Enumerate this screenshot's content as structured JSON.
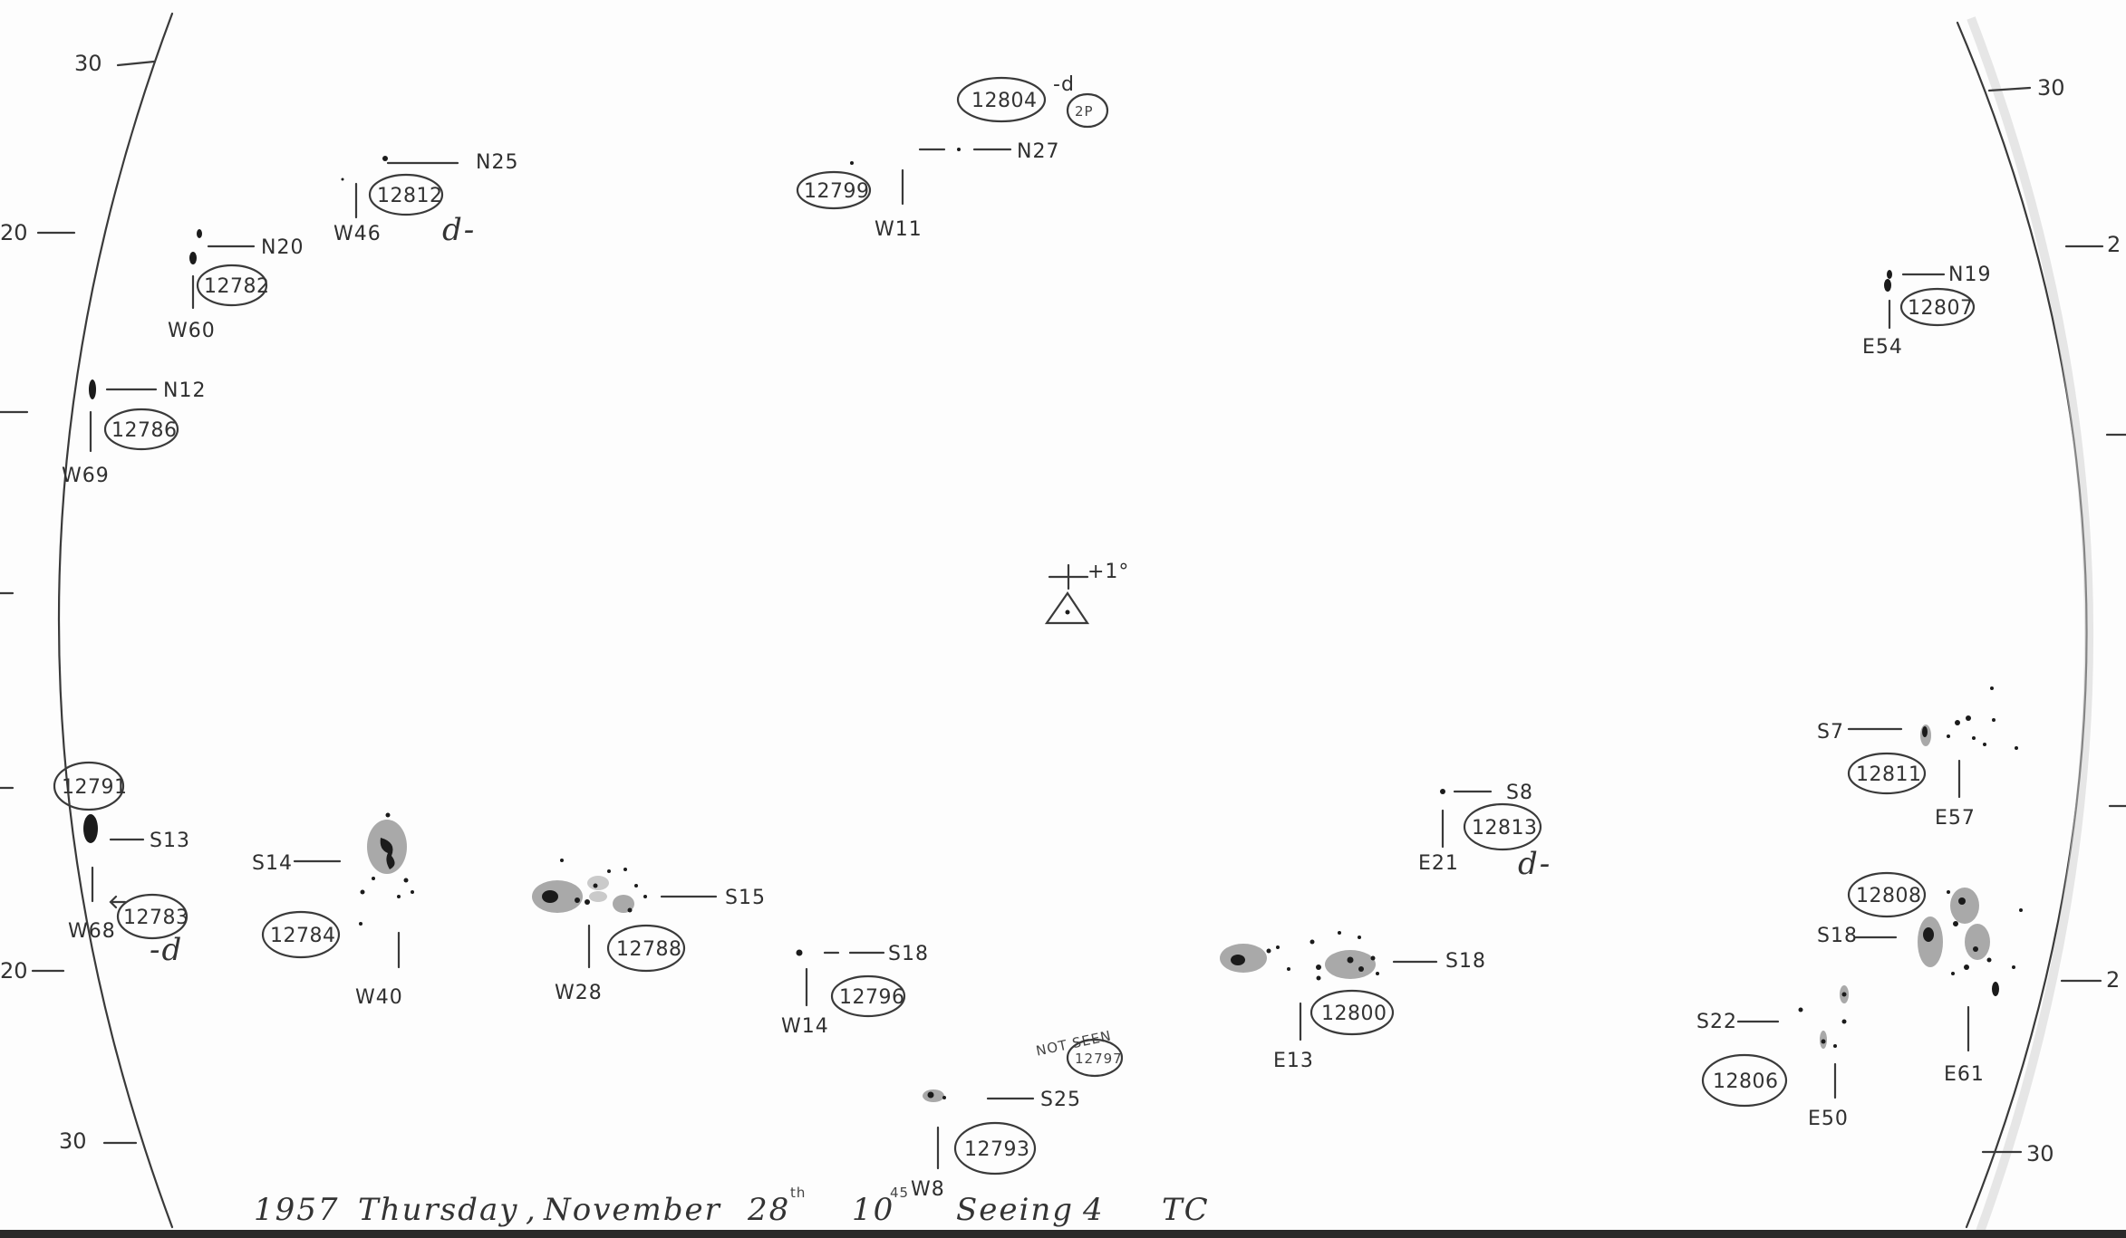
{
  "latitude_ticks": {
    "left_top": "30",
    "left_upper": "20",
    "left_lower": "20",
    "left_bottom": "30",
    "right_top": "30",
    "right_upper": "2",
    "right_lower": "2",
    "right_bottom": "30"
  },
  "center": {
    "label": "+1°"
  },
  "regions": [
    {
      "id": "12804",
      "lat": "N27",
      "lon": "W11",
      "note": "-d",
      "extra": "2P"
    },
    {
      "id": "12799",
      "lat": "N27",
      "lon": "W11"
    },
    {
      "id": "12812",
      "lat": "N25",
      "lon": "W46",
      "note": "d-"
    },
    {
      "id": "12782",
      "lat": "N20",
      "lon": "W60"
    },
    {
      "id": "12786",
      "lat": "N12",
      "lon": "W69"
    },
    {
      "id": "12807",
      "lat": "N19",
      "lon": "E54"
    },
    {
      "id": "12791",
      "lat": "S13",
      "lon": ""
    },
    {
      "id": "12783",
      "lat": "",
      "lon": "W68",
      "note": "-d"
    },
    {
      "id": "12784",
      "lat": "S14",
      "lon": "W40"
    },
    {
      "id": "12788",
      "lat": "S15",
      "lon": "W28"
    },
    {
      "id": "12796",
      "lat": "S18",
      "lon": "W14"
    },
    {
      "id": "12797",
      "lat": "",
      "lon": "",
      "status": "NOT SEEN"
    },
    {
      "id": "12793",
      "lat": "S25",
      "lon": "W8"
    },
    {
      "id": "12800",
      "lat": "S18",
      "lon": "E13"
    },
    {
      "id": "12813",
      "lat": "S8",
      "lon": "E21",
      "note": "d-"
    },
    {
      "id": "12811",
      "lat": "S7",
      "lon": "E57"
    },
    {
      "id": "12808",
      "lat": "S18",
      "lon": "E61"
    },
    {
      "id": "12806",
      "lat": "S22",
      "lon": "E50"
    }
  ],
  "footer": {
    "year": "1957",
    "weekday": "Thursday",
    "month": "November",
    "day": "28",
    "day_suffix": "th",
    "time": "10",
    "time_minutes": "45",
    "seeing_label": "Seeing",
    "seeing_value": "4",
    "observer": "TC"
  }
}
